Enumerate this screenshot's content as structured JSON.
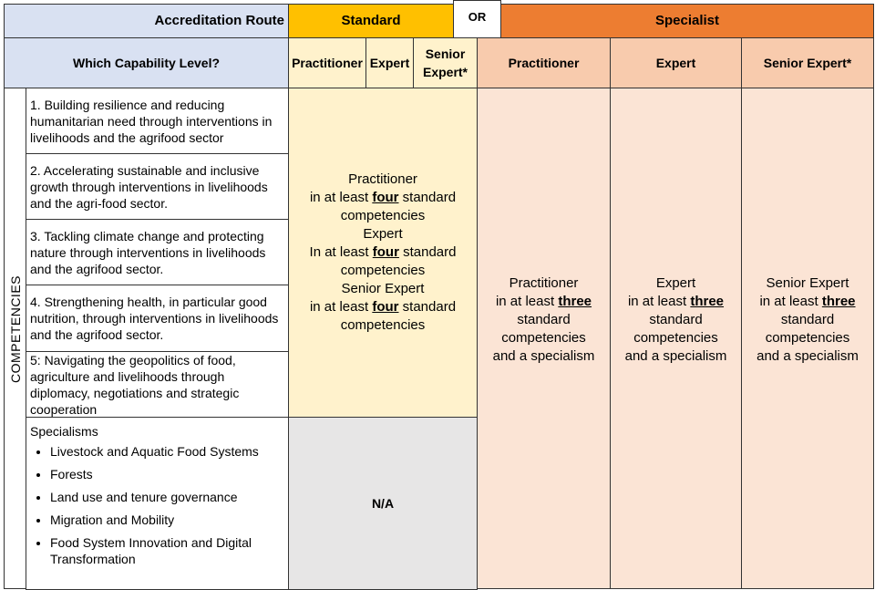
{
  "header": {
    "route_label": "Accreditation Route",
    "standard": "Standard",
    "or": "OR",
    "specialist": "Specialist",
    "level_label": "Which Capability Level?",
    "standard_levels": [
      "Practitioner",
      "Expert",
      "Senior Expert*"
    ],
    "specialist_levels": [
      "Practitioner",
      "Expert",
      "Senior Expert*"
    ]
  },
  "side_label": "COMPETENCIES",
  "competencies": [
    "1. Building resilience and reducing humanitarian need through interventions in livelihoods and the agrifood sector",
    "2. Accelerating sustainable and inclusive growth through interventions in livelihoods and the agri-food sector.",
    "3. Tackling climate change and protecting nature through interventions in livelihoods and the agrifood sector.",
    "4. Strengthening health, in particular good nutrition, through interventions in livelihoods and the agrifood sector.",
    "5: Navigating the geopolitics of food, agriculture and livelihoods through diplomacy, negotiations and strategic cooperation"
  ],
  "specialisms": {
    "title": "Specialisms",
    "items": [
      "Livestock and Aquatic Food Systems",
      "Forests",
      "Land use and tenure governance",
      "Migration and Mobility",
      "Food System Innovation and Digital Transformation"
    ]
  },
  "standard_req": {
    "p1": "Practitioner",
    "p2": "in at least",
    "p3": "four",
    "p4": "standard competencies",
    "e1": "Expert",
    "e2": "In at least",
    "e3": "four",
    "e4": "standard competencies",
    "s1": "Senior Expert",
    "s2": "in at least",
    "s3": "four",
    "s4": "standard competencies"
  },
  "na": "N/A",
  "specialist_req": [
    {
      "level": "Practitioner",
      "pre": "in at least",
      "num": "three",
      "l3": "standard",
      "l4": "competencies",
      "l5": "and a specialism"
    },
    {
      "level": "Expert",
      "pre": "in at least",
      "num": "three",
      "l3": "standard",
      "l4": "competencies",
      "l5": "and a specialism"
    },
    {
      "level": "Senior Expert",
      "pre": "in at least",
      "num": "three",
      "l3": "standard",
      "l4": "competencies",
      "l5": "and a specialism"
    }
  ]
}
